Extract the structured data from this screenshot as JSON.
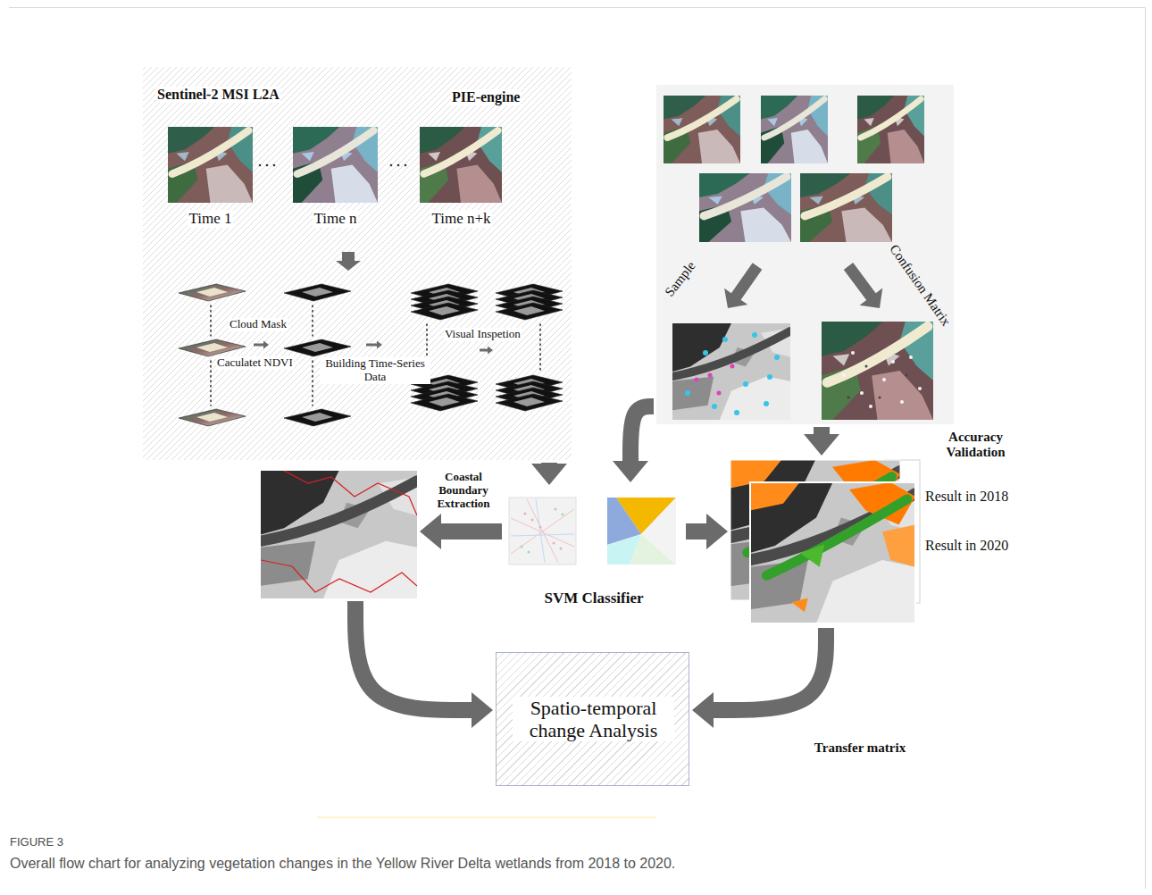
{
  "diagram": {
    "caption": "Overall flow chart for analyzing vegetation changes in the Yellow River Delta wetlands from 2018 to 2020.",
    "nodes": [
      {
        "text": [
          "Sentinel-2 MSI L2A",
          "PIE-engine"
        ]
      },
      {
        "text": [
          "Time 1"
        ],
        "in": 0
      },
      {
        "text": [
          "Time n"
        ],
        "in": 0
      },
      {
        "text": [
          "Time n+k"
        ],
        "in": 0
      },
      {
        "text": [
          "Sample",
          "Confusion Matrix"
        ]
      },
      {
        "text": [
          "Coastal Boundary Extraction"
        ]
      },
      {
        "text": [
          "SVM Classifier"
        ]
      },
      {
        "text": [
          "Result in 2018",
          "Result in 2020"
        ]
      },
      {
        "text": [
          "Spatio-temporal change Analysis"
        ]
      }
    ],
    "edges": [
      {
        "from": 0,
        "to": 6,
        "arrow": "to"
      },
      {
        "from": 4,
        "to": 6,
        "arrow": "to"
      },
      {
        "from": 4,
        "to": 7,
        "arrow": "to",
        "label": "Accuracy Validation"
      },
      {
        "from": 6,
        "to": 5,
        "arrow": "to"
      },
      {
        "from": 6,
        "to": 7,
        "arrow": "to"
      },
      {
        "from": 5,
        "to": 8,
        "arrow": "to"
      },
      {
        "from": 7,
        "to": 8,
        "arrow": "to",
        "label": "Transfer matrix"
      }
    ],
    "labels": [
      "Cloud Mask",
      "Caculatet NDVI",
      "Building Time-Series Data",
      "Visual Inspetion",
      "FIGURE 3"
    ]
  }
}
